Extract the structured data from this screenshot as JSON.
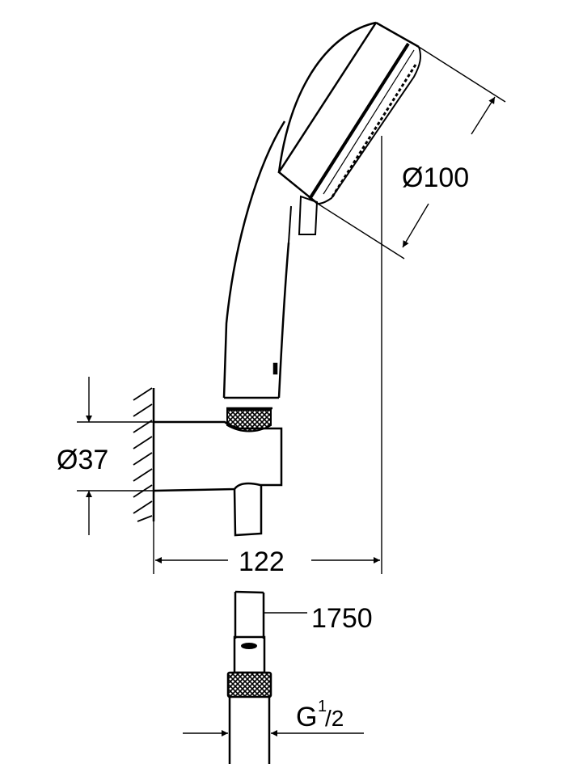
{
  "dimensions": {
    "head_diameter": "Ø100",
    "bracket_diameter": "Ø37",
    "projection": "122",
    "hose_length": "1750",
    "thread_letter": "G",
    "thread_num": "1",
    "thread_den": "/2"
  },
  "colors": {
    "line": "#000000",
    "background": "#ffffff"
  }
}
